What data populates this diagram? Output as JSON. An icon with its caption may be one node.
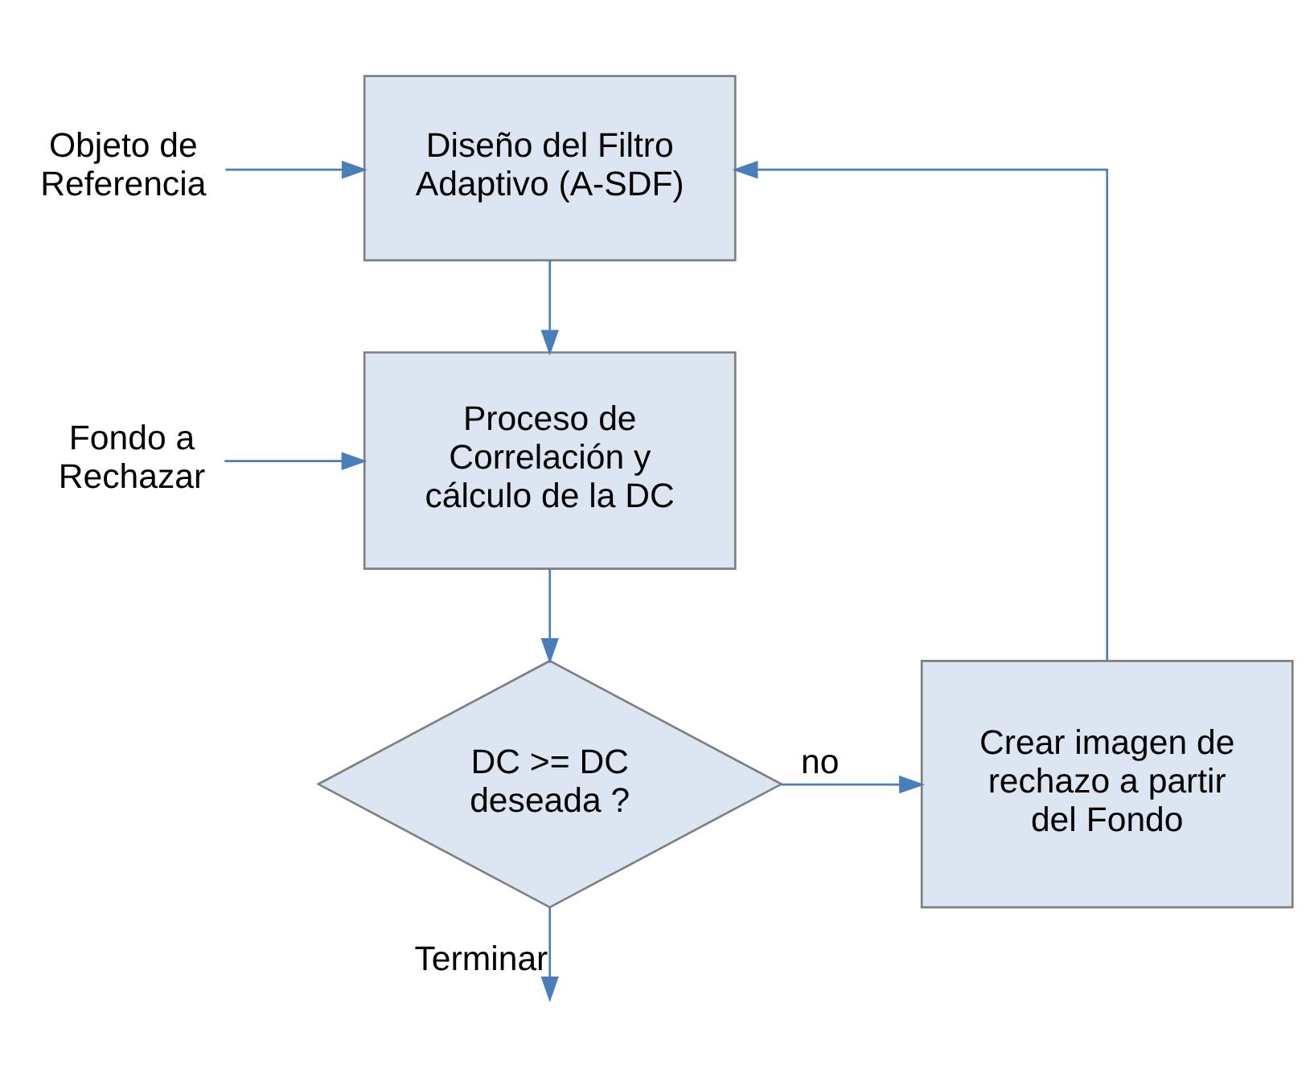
{
  "diagram": {
    "nodes": [
      {
        "text": [
          "Objeto de Referencia"
        ]
      },
      {
        "text": [
          "Diseño del Filtro Adaptivo (A-SDF)"
        ]
      },
      {
        "text": [
          "Fondo a Rechazar"
        ]
      },
      {
        "text": [
          "Proceso de Correlación y cálculo de la DC"
        ]
      },
      {
        "text": [
          "DC >= DC deseada ?"
        ]
      },
      {
        "text": [
          "Crear imagen de rechazo a partir del Fondo"
        ]
      }
    ],
    "edges": [
      {
        "from": 0,
        "to": 1,
        "arrow": "to"
      },
      {
        "from": 1,
        "to": 3,
        "arrow": "to"
      },
      {
        "from": 2,
        "to": 3,
        "arrow": "to"
      },
      {
        "from": 3,
        "to": 4,
        "arrow": "to"
      },
      {
        "from": 4,
        "to": 5,
        "arrow": "to",
        "label": "no"
      },
      {
        "from": 5,
        "to": 1,
        "arrow": "to"
      },
      {
        "from": 4,
        "to": null,
        "arrow": "to",
        "label": "Terminar"
      }
    ]
  }
}
